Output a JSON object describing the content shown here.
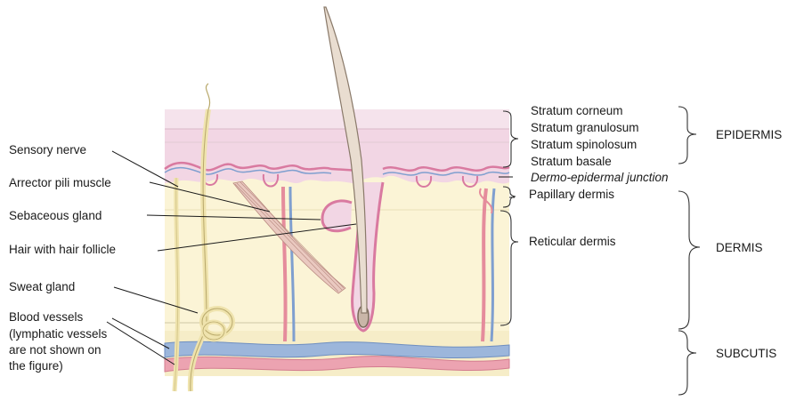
{
  "left_labels": {
    "sensory_nerve": "Sensory nerve",
    "arrector_pili": "Arrector pili muscle",
    "sebaceous": "Sebaceous gland",
    "hair": "Hair with hair follicle",
    "sweat": "Sweat gland",
    "blood_1": "Blood vessels",
    "blood_2": "(lymphatic vessels",
    "blood_3": "are not shown on",
    "blood_4": "the figure)"
  },
  "right_labels": {
    "corneum": "Stratum corneum",
    "granulosum": "Stratum granulosum",
    "spinolosum": "Stratum spinolosum",
    "basale": "Stratum basale",
    "junction": "Dermo-epidermal junction",
    "papillary": "Papillary dermis",
    "reticular": "Reticular dermis"
  },
  "regions": {
    "epidermis": "EPIDERMIS",
    "dermis": "DERMIS",
    "subcutis": "SUBCUTIS"
  },
  "colors": {
    "epidermis": "#f3d9e6",
    "dermis": "#fbf4d6",
    "subcutis": "#f6ecc6",
    "skin_line": "#d97aa0",
    "artery": "#e58c9c",
    "vein": "#7f9fcf",
    "nerve": "#eee1a8"
  }
}
